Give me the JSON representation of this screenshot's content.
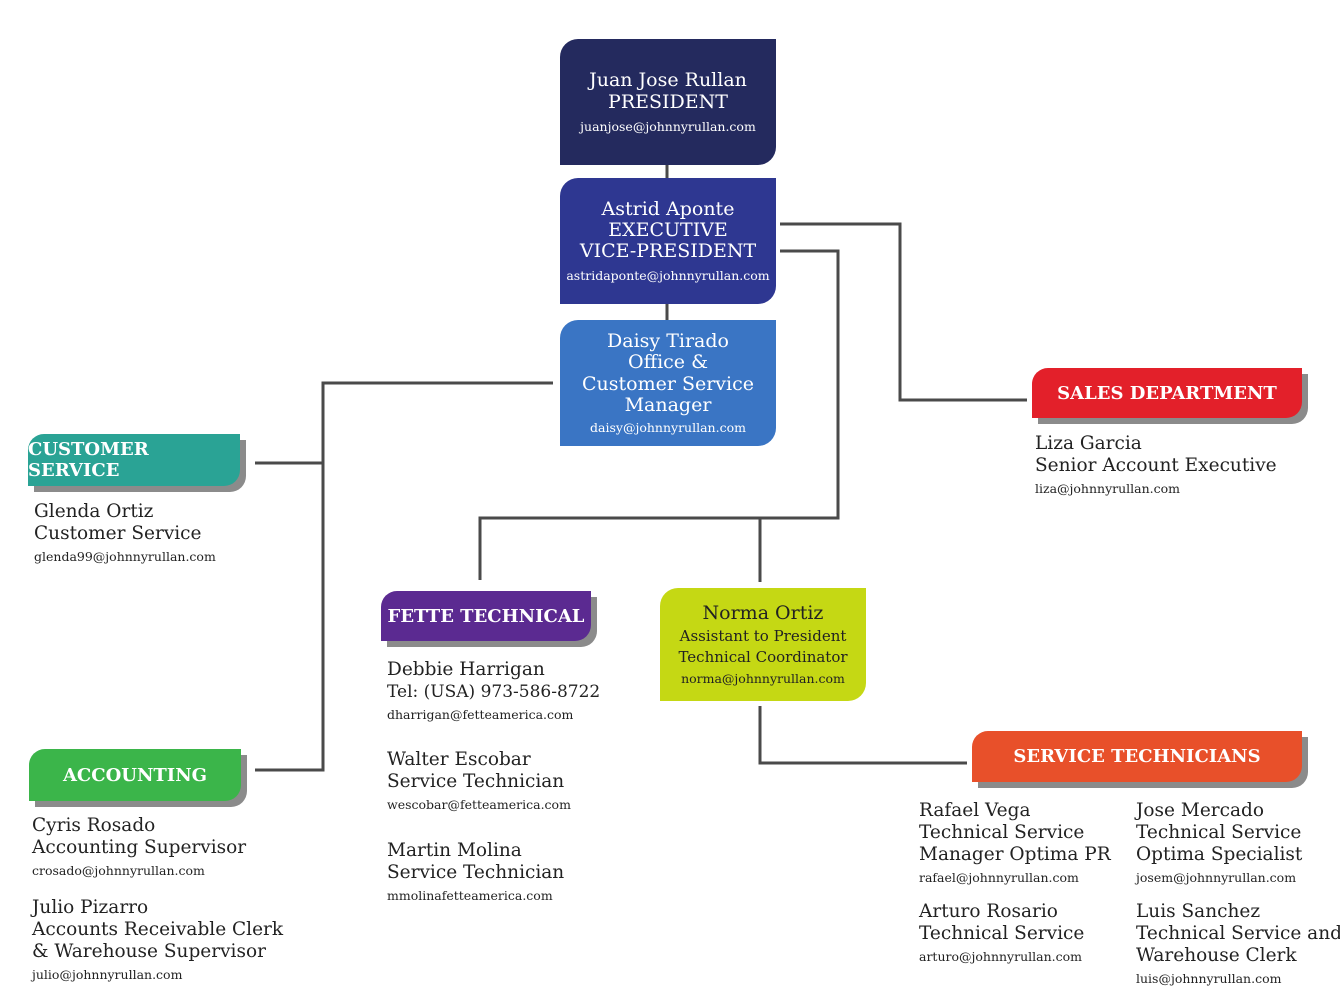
{
  "president": {
    "name": "Juan Jose Rullan",
    "title": "PRESIDENT",
    "email": "juanjose@johnnyrullan.com",
    "color": "#242a5e"
  },
  "evp": {
    "name": "Astrid Aponte",
    "title_1": "EXECUTIVE",
    "title_2": "VICE-PRESIDENT",
    "email": "astridaponte@johnnyrullan.com",
    "color": "#2e3791"
  },
  "manager": {
    "name": "Daisy Tirado",
    "title_1": "Office &",
    "title_2": "Customer Service",
    "title_3": "Manager",
    "email": "daisy@johnnyrullan.com",
    "color": "#3a75c4"
  },
  "assistant": {
    "name": "Norma Ortiz",
    "title_1": "Assistant to President",
    "title_2": "Technical Coordinator",
    "email": "norma@johnnyrullan.com",
    "color": "#c5d814"
  },
  "sales": {
    "label": "SALES DEPARTMENT",
    "color": "#e3202a",
    "people": [
      {
        "name": "Liza Garcia",
        "role": "Senior Account Executive",
        "email": "liza@johnnyrullan.com"
      }
    ]
  },
  "customer_service": {
    "label": "CUSTOMER SERVICE",
    "color": "#2aa395",
    "people": [
      {
        "name": "Glenda Ortiz",
        "role": "Customer Service",
        "email": "glenda99@johnnyrullan.com"
      }
    ]
  },
  "accounting": {
    "label": "ACCOUNTING",
    "color": "#3bb54a",
    "people": [
      {
        "name": "Cyris Rosado",
        "role": "Accounting Supervisor",
        "email": "crosado@johnnyrullan.com"
      },
      {
        "name": "Julio Pizarro",
        "role_1": "Accounts Receivable Clerk",
        "role_2": "& Warehouse Supervisor",
        "email": "julio@johnnyrullan.com"
      }
    ]
  },
  "fette": {
    "label": "FETTE TECHNICAL",
    "color": "#5b2a91",
    "people": [
      {
        "name": "Debbie Harrigan",
        "role": "Tel: (USA) 973-586-8722",
        "email": "dharrigan@fetteamerica.com"
      },
      {
        "name": "Walter Escobar",
        "role": "Service Technician",
        "email": "wescobar@fetteamerica.com"
      },
      {
        "name": "Martin Molina",
        "role": "Service Technician",
        "email": "mmolinafetteamerica.com"
      }
    ]
  },
  "service_technicians": {
    "label": "SERVICE TECHNICIANS",
    "color": "#e8502a",
    "people": [
      {
        "name": "Rafael Vega",
        "role_1": "Technical Service",
        "role_2": "Manager Optima PR",
        "email": "rafael@johnnyrullan.com"
      },
      {
        "name": "Jose Mercado",
        "role_1": "Technical Service",
        "role_2": "Optima Specialist",
        "email": "josem@johnnyrullan.com"
      },
      {
        "name": "Arturo Rosario",
        "role": "Technical Service",
        "email": "arturo@johnnyrullan.com"
      },
      {
        "name": "Luis Sanchez",
        "role_1": "Technical Service and",
        "role_2": "Warehouse Clerk",
        "email": "luis@johnnyrullan.com"
      }
    ]
  }
}
